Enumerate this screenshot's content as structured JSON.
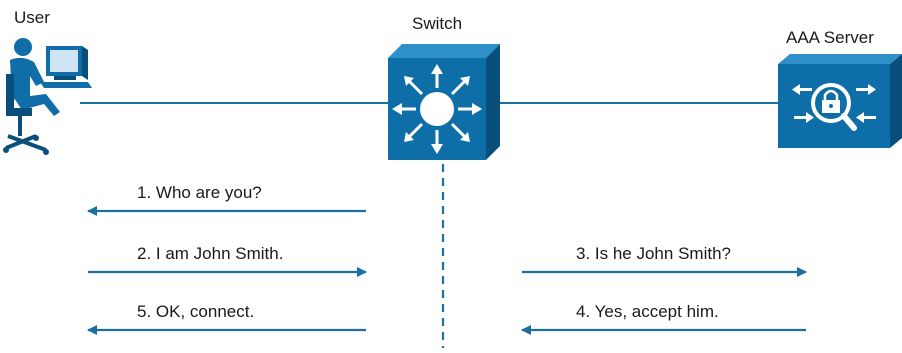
{
  "nodes": {
    "user": {
      "label": "User"
    },
    "switch": {
      "label": "Switch"
    },
    "aaa": {
      "label": "AAA Server"
    }
  },
  "messages": [
    {
      "step": "1",
      "text": "1. Who are you?"
    },
    {
      "step": "2",
      "text": "2. I am John Smith."
    },
    {
      "step": "3",
      "text": "3. Is he John Smith?"
    },
    {
      "step": "4",
      "text": "4. Yes, accept him."
    },
    {
      "step": "5",
      "text": "5. OK, connect."
    }
  ],
  "colors": {
    "line": "#1b6fa3",
    "device": "#0e6fa8",
    "device_dark": "#0a4f7c",
    "device_light": "#2f8fc9",
    "figure": "#0f6ea8"
  }
}
